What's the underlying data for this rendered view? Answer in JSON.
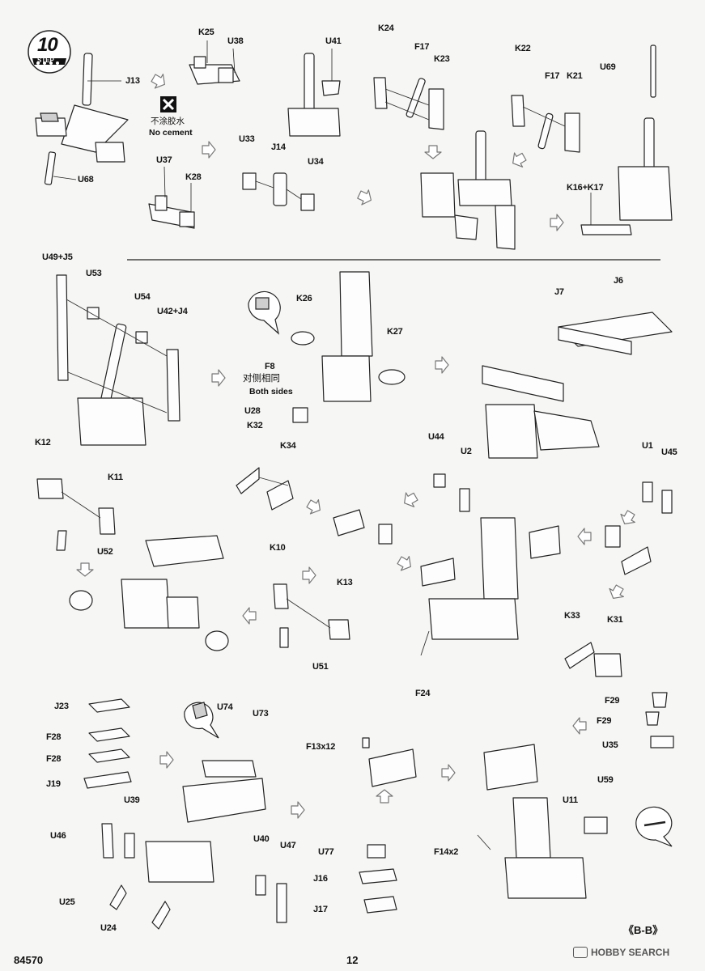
{
  "step": {
    "number": "10",
    "word": "STEP"
  },
  "page_number": "12",
  "kit_number": "84570",
  "section_label": "《B-B》",
  "watermark": "HOBBY SEARCH",
  "no_cement": {
    "chinese": "不涂胶水",
    "english": "No cement"
  },
  "both_sides": {
    "chinese": "对侧相同",
    "english": "Both sides"
  },
  "labels": {
    "J13": "J13",
    "U68": "U68",
    "K25": "K25",
    "U38": "U38",
    "U37": "U37",
    "K28": "K28",
    "U41": "U41",
    "U33": "U33",
    "J14": "J14",
    "U34": "U34",
    "K24": "K24",
    "F17a": "F17",
    "K23": "K23",
    "K22": "K22",
    "F17b": "F17",
    "K21": "K21",
    "U69": "U69",
    "K16K17": "K16+K17",
    "U49J5": "U49+J5",
    "U53": "U53",
    "U54": "U54",
    "U42J4": "U42+J4",
    "K26": "K26",
    "K27": "K27",
    "F8": "F8",
    "U28": "U28",
    "J7": "J7",
    "J6": "J6",
    "K12": "K12",
    "K11": "K11",
    "U52": "U52",
    "K32": "K32",
    "K34": "K34",
    "U44": "U44",
    "U2": "U2",
    "U1": "U1",
    "U45": "U45",
    "K10": "K10",
    "K13": "K13",
    "U51": "U51",
    "K33": "K33",
    "K31": "K31",
    "F24": "F24",
    "J23": "J23",
    "F28a": "F28",
    "F28b": "F28",
    "J19": "J19",
    "U74": "U74",
    "U73": "U73",
    "U39": "U39",
    "U46": "U46",
    "U25": "U25",
    "U24": "U24",
    "U40": "U40",
    "U47": "U47",
    "F13x12": "F13x12",
    "U77": "U77",
    "J16": "J16",
    "J17": "J17",
    "F29a": "F29",
    "F29b": "F29",
    "U35": "U35",
    "U11": "U11",
    "U59": "U59",
    "F14x2": "F14x2"
  }
}
